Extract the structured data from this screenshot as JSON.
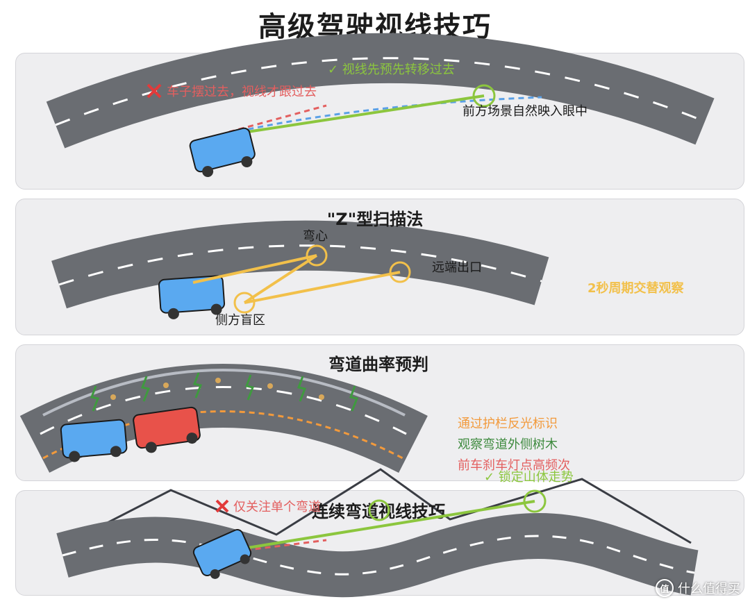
{
  "title": "高级驾驶视线技巧",
  "panel1": {
    "good_label": "✓ 视线先预先转移过去",
    "bad_label": "✕ 车子摆过去，视线才跟过去",
    "target_label": "前方场景自然映入眼中"
  },
  "panel2": {
    "title": "\"Z\"型扫描法",
    "apex_label": "弯心",
    "exit_label": "远端出口",
    "blind_label": "侧方盲区",
    "cycle_label": "2秒周期交替观察"
  },
  "panel3": {
    "title": "弯道曲率预判",
    "tips": [
      "通过护栏反光标识",
      "观察弯道外侧树木",
      "前车刹车灯点高频次"
    ]
  },
  "panel4": {
    "title": "连续弯道视线技巧",
    "bad_label": "✕ 仅关注单个弯道",
    "good_label": "✓ 锁定山体走势"
  },
  "watermark": {
    "icon_text": "值",
    "text": "什么值得买"
  },
  "colors": {
    "road": "#6a6d72",
    "car_blue": "#5aa9f0",
    "car_red": "#e8524a",
    "good_green": "#8cc63e",
    "bad_red": "#e35f5f",
    "blind_blue": "#5aa0e6",
    "scan_yellow": "#f2c04a",
    "orange": "#f29a3c",
    "dark_green": "#3e8a3e",
    "tree_green": "#3f9a3f"
  },
  "icons": {
    "cross": "cross-icon",
    "check": "check-icon",
    "tree": "tree-icon"
  }
}
